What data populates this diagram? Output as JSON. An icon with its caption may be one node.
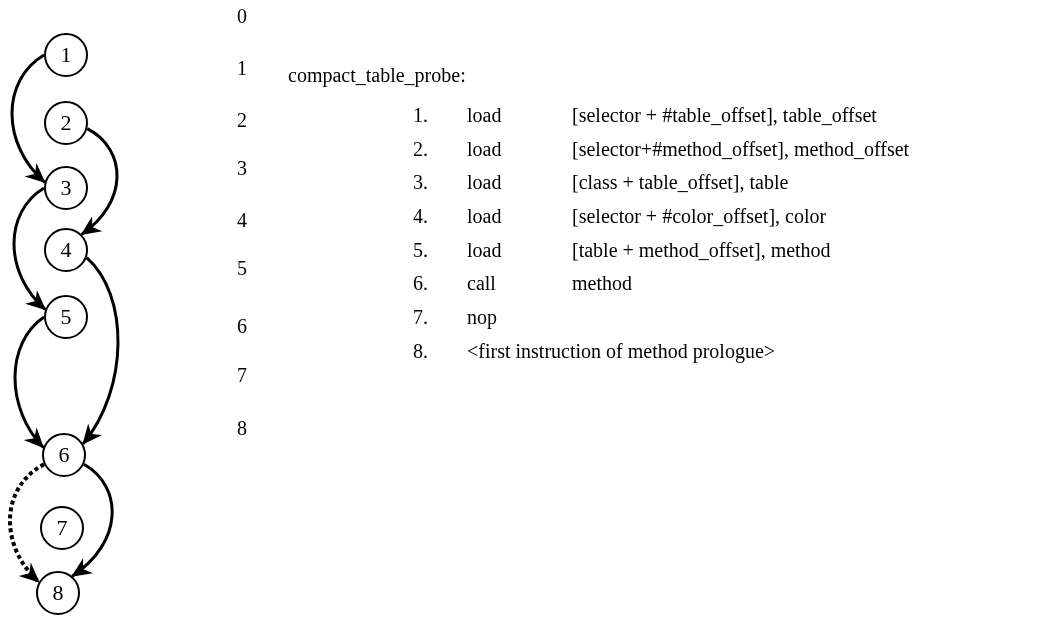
{
  "diagram": {
    "nodes": [
      {
        "text": [
          "1"
        ]
      },
      {
        "text": [
          "2"
        ]
      },
      {
        "text": [
          "3"
        ]
      },
      {
        "text": [
          "4"
        ]
      },
      {
        "text": [
          "5"
        ]
      },
      {
        "text": [
          "6"
        ]
      },
      {
        "text": [
          "7"
        ]
      },
      {
        "text": [
          "8"
        ]
      }
    ],
    "edges": [
      {
        "from": 0,
        "to": 2,
        "arrow": "to"
      },
      {
        "from": 1,
        "to": 3,
        "arrow": "to"
      },
      {
        "from": 2,
        "to": 4,
        "arrow": "to"
      },
      {
        "from": 3,
        "to": 5,
        "arrow": "to"
      },
      {
        "from": 4,
        "to": 5,
        "arrow": "to"
      },
      {
        "from": 5,
        "to": 7,
        "arrow": "to"
      },
      {
        "from": 5,
        "to": 7,
        "arrow": "to",
        "style": "dashed"
      }
    ],
    "labels": [
      "0",
      "1",
      "2",
      "3",
      "4",
      "5",
      "6",
      "7",
      "8",
      "compact_table_probe:",
      "1.",
      "load",
      "[selector + #table_offset], table_offset",
      "2.",
      "load",
      "[selector+#method_offset], method_offset",
      "3.",
      "load",
      "[class + table_offset], table",
      "4.",
      "load",
      "[selector + #color_offset], color",
      "5.",
      "load",
      "[table + method_offset], method",
      "6.",
      "call",
      "method",
      "7.",
      "nop",
      "8.",
      "<first instruction of method prologue>"
    ]
  }
}
